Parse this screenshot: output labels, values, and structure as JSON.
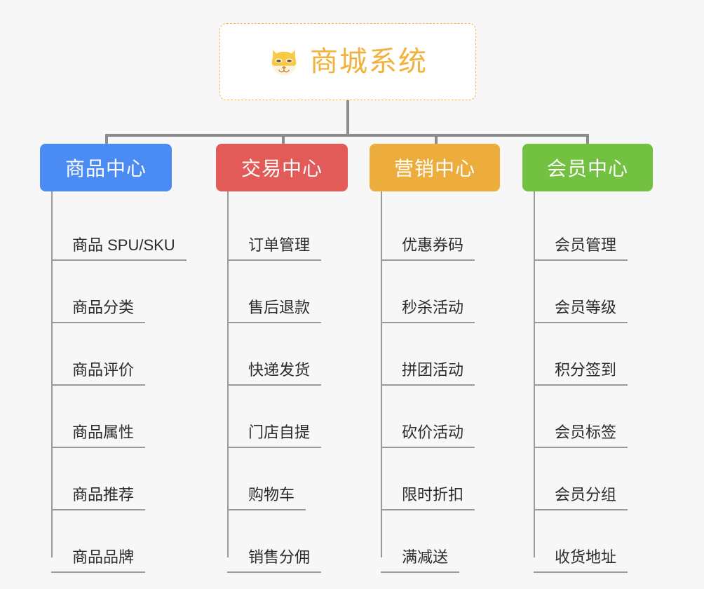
{
  "root": {
    "title": "商城系统",
    "icon": "shiba-dog-icon",
    "border_color": "#f0b951",
    "text_color": "#f0b23c",
    "background": "#ffffff"
  },
  "canvas": {
    "background": "#f7f7f7",
    "connector_color": "#8c8c8c",
    "leaf_line_color": "#9a9a9a"
  },
  "branches": [
    {
      "label": "商品中心",
      "color": "#4b8bf4",
      "leaves": [
        "商品 SPU/SKU",
        "商品分类",
        "商品评价",
        "商品属性",
        "商品推荐",
        "商品品牌"
      ]
    },
    {
      "label": "交易中心",
      "color": "#e35b58",
      "leaves": [
        "订单管理",
        "售后退款",
        "快递发货",
        "门店自提",
        "购物车",
        "销售分佣"
      ]
    },
    {
      "label": "营销中心",
      "color": "#edad3c",
      "leaves": [
        "优惠券码",
        "秒杀活动",
        "拼团活动",
        "砍价活动",
        "限时折扣",
        "满减送"
      ]
    },
    {
      "label": "会员中心",
      "color": "#72c140",
      "leaves": [
        "会员管理",
        "会员等级",
        "积分签到",
        "会员标签",
        "会员分组",
        "收货地址"
      ]
    }
  ]
}
